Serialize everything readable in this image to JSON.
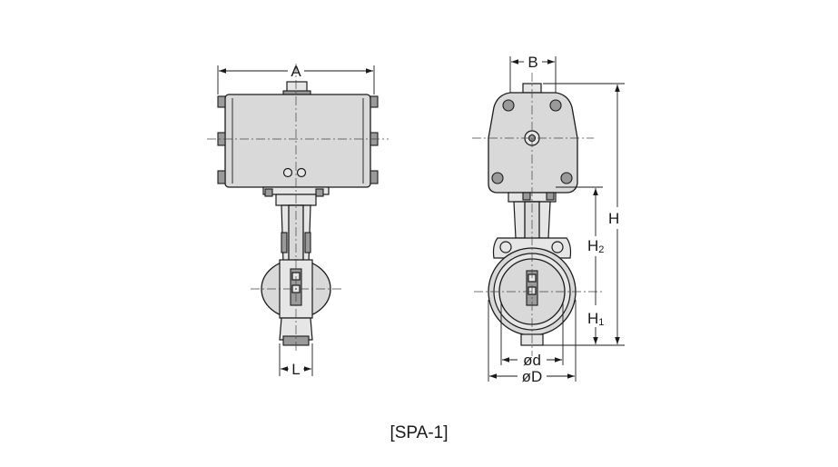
{
  "labels": {
    "dim_a": "A",
    "dim_b": "B",
    "dim_l": "L",
    "dim_h": "H",
    "dim_h2_main": "H",
    "dim_h2_sub": "2",
    "dim_h1_main": "H",
    "dim_h1_sub": "1",
    "dim_d_small": "ød",
    "dim_d_large": "øD"
  },
  "caption": "[SPA-1]"
}
